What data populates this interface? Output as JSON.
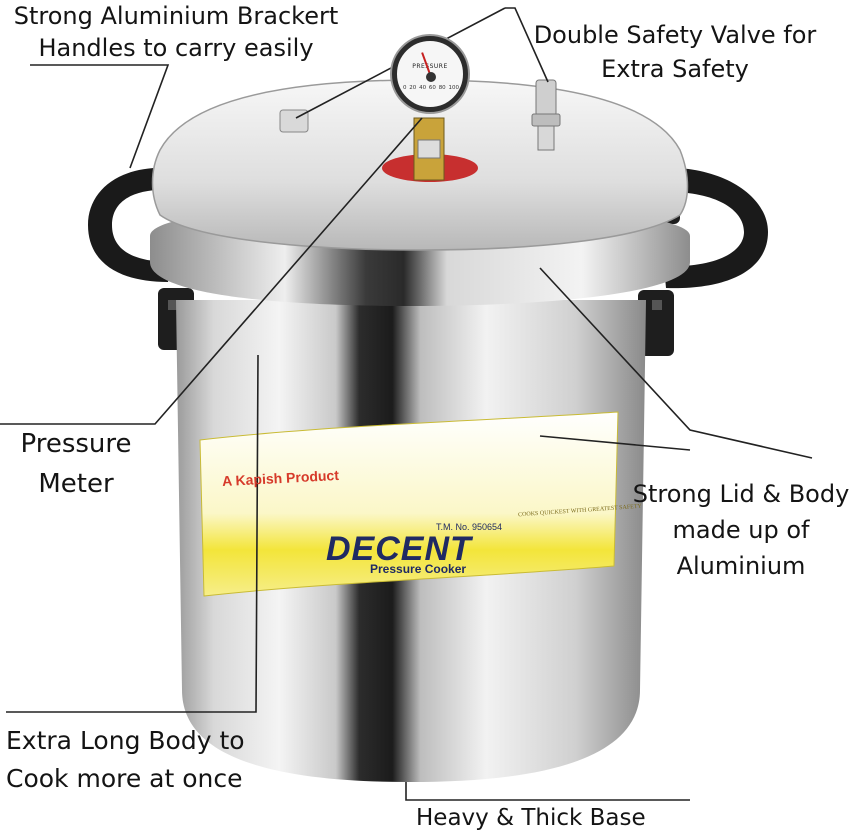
{
  "callouts": {
    "handles": [
      "Strong Aluminium Brackert",
      "Handles to carry easily"
    ],
    "valve": [
      "Double Safety Valve for",
      "Extra Safety"
    ],
    "meter": [
      "Pressure",
      "Meter"
    ],
    "lid": [
      "Strong Lid & Body",
      "made up of",
      "Aluminium"
    ],
    "body": [
      "Extra Long Body to",
      "Cook more at once"
    ],
    "base": "Heavy & Thick Base"
  },
  "label": {
    "tagline": "A Kapish Product",
    "tm": "T.M. No. 950654",
    "brand": "DECENT",
    "product": "Pressure Cooker",
    "side_text": "COOKS QUICKEST WITH GREATEST SAFETY"
  },
  "gauge": {
    "scale_label": "PRESSURE",
    "ticks": [
      "0",
      "20",
      "40",
      "60",
      "80",
      "100"
    ]
  },
  "colors": {
    "label_yellow": "#f3e53a",
    "label_red": "#d63a2a",
    "brand_blue": "#1f2a63",
    "handle_black": "#1a1a1a",
    "callout_line": "#222222"
  }
}
